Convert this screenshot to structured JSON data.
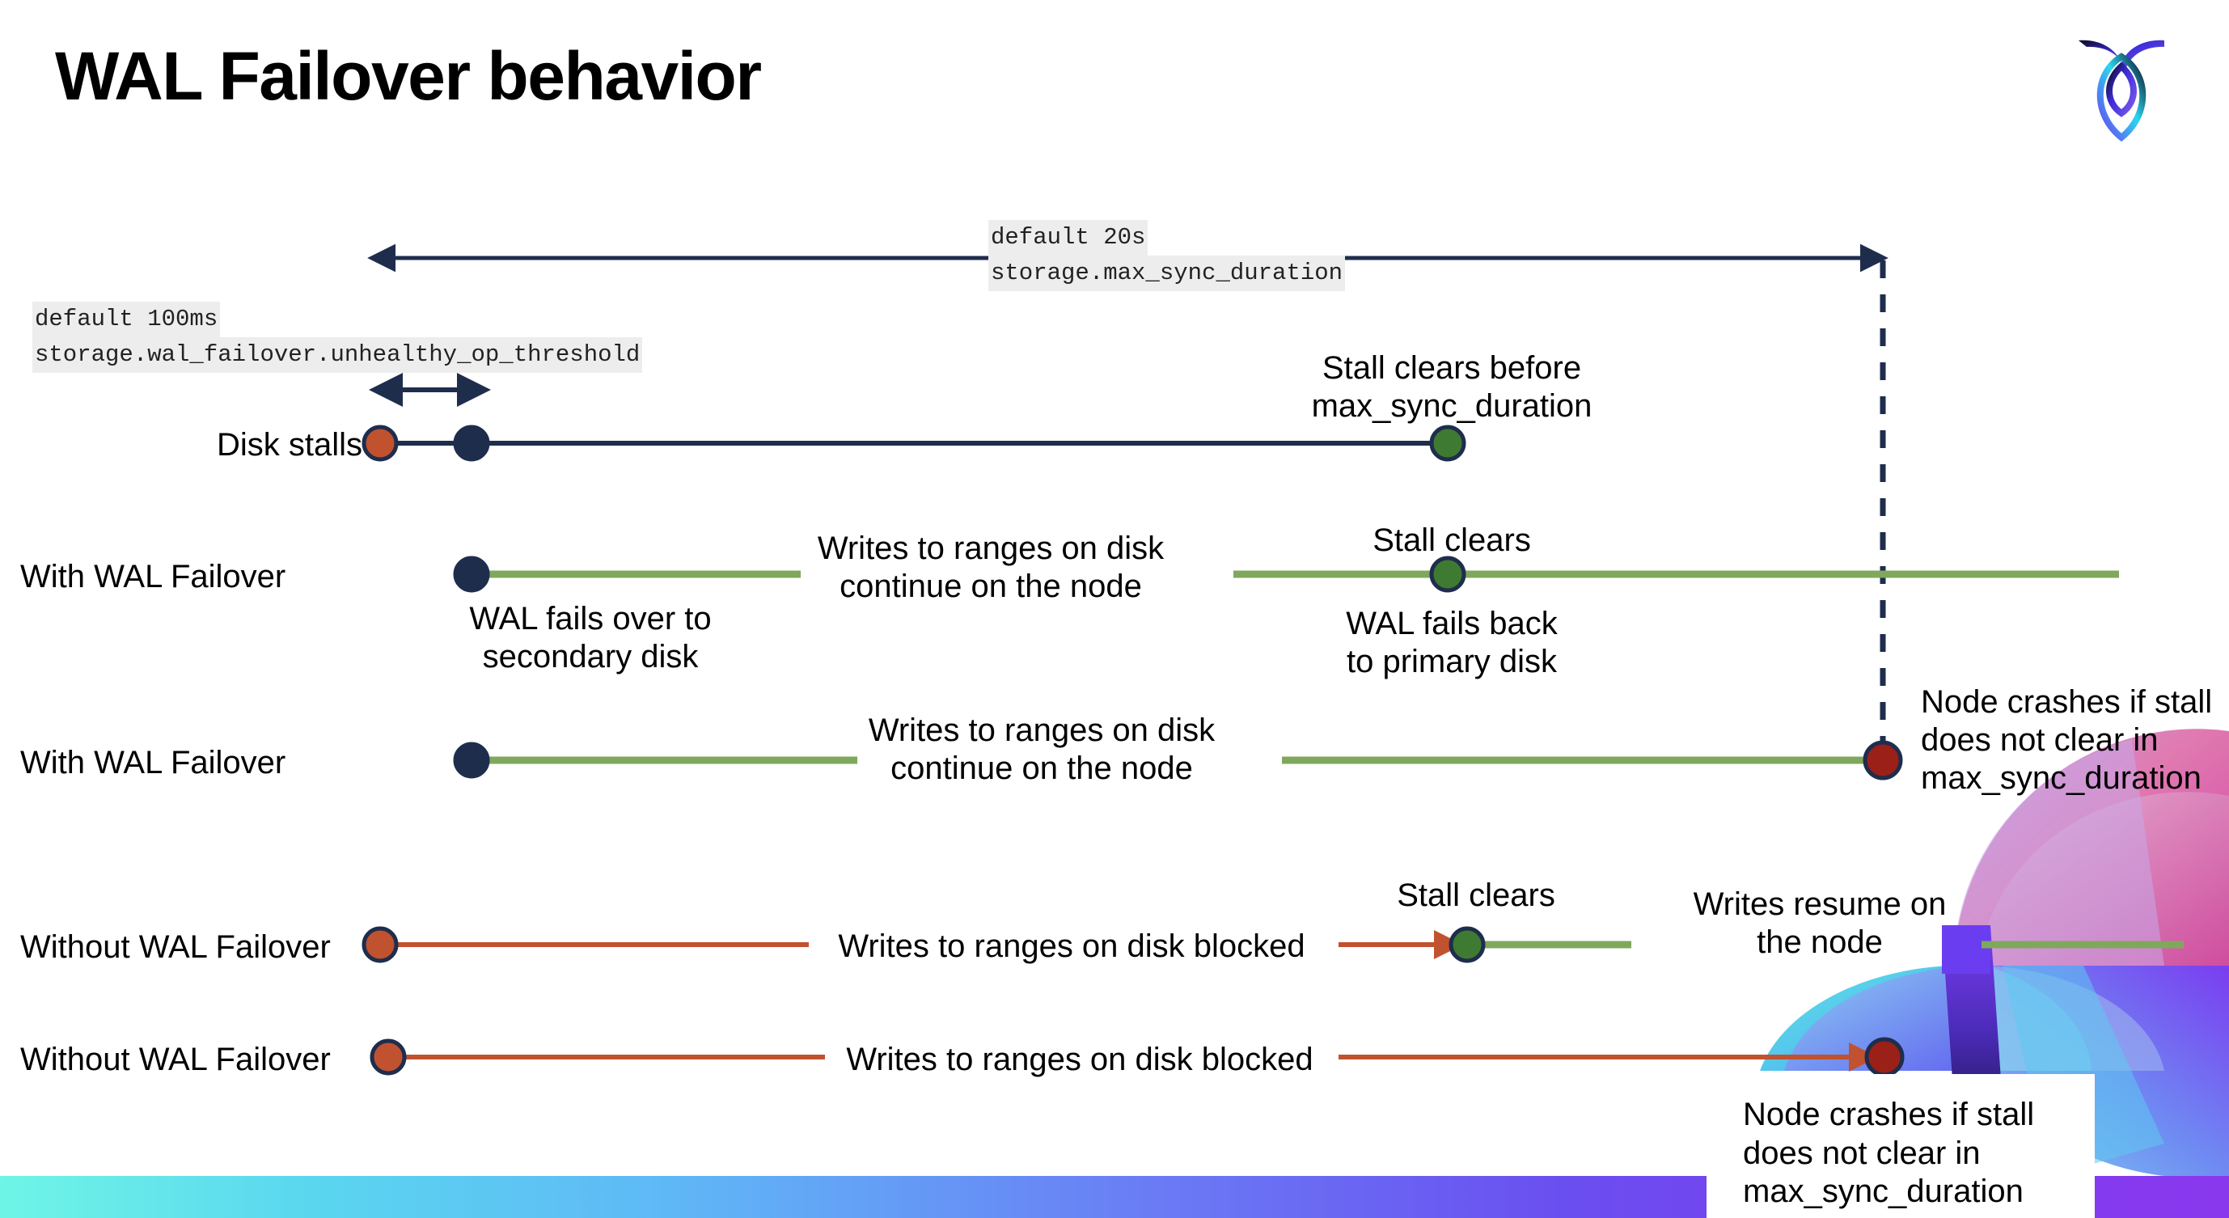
{
  "slide": {
    "title": "WAL Failover behavior",
    "logo_name": "cockroachdb-logo"
  },
  "colors": {
    "navy": "#1F2D4D",
    "red": "#C0522F",
    "green_marker": "#3F7A32",
    "green_line": "#7FA85C",
    "crash_red": "#9B2018",
    "code_bg": "#EDEDED"
  },
  "settings_notes": [
    {
      "id": "max-sync-duration-note",
      "default_line": "default 20s",
      "setting_line": "storage.max_sync_duration"
    },
    {
      "id": "unhealthy-op-threshold-note",
      "default_line": "default 100ms",
      "setting_line": "storage.wal_failover.unhealthy_op_threshold"
    }
  ],
  "rows": [
    {
      "id": "disk-stalls",
      "label": "Disk stalls",
      "annotations": [
        "Stall clears before\nmax_sync_duration"
      ]
    },
    {
      "id": "with-wal-failover-recovers",
      "label": "With WAL Failover",
      "annotations": [
        "Writes to ranges on disk\ncontinue on the node",
        "Stall clears",
        "WAL fails over to\nsecondary disk",
        "WAL fails  back\nto primary disk"
      ]
    },
    {
      "id": "with-wal-failover-crashes",
      "label": "With WAL Failover",
      "annotations": [
        "Writes to ranges on disk\ncontinue on the node",
        "Node crashes if stall\ndoes not clear in\nmax_sync_duration"
      ]
    },
    {
      "id": "without-wal-failover-recovers",
      "label": "Without WAL Failover",
      "annotations": [
        "Writes to ranges on disk  blocked",
        "Stall clears",
        "Writes resume on\nthe node"
      ]
    },
    {
      "id": "without-wal-failover-crashes",
      "label": "Without WAL Failover",
      "annotations": [
        "Writes to ranges on disk  blocked",
        "Node crashes if stall\ndoes not clear in\nmax_sync_duration"
      ]
    }
  ],
  "annotations": {
    "stall_clears_before": "Stall clears before\nmax_sync_duration",
    "writes_continue": "Writes to ranges on disk\ncontinue on the node",
    "stall_clears": "Stall clears",
    "wal_fails_over": "WAL fails over to\nsecondary disk",
    "wal_fails_back": "WAL fails  back\nto primary disk",
    "node_crashes": "Node crashes if stall\ndoes not clear in\nmax_sync_duration",
    "writes_blocked": "Writes to ranges on disk  blocked",
    "writes_resume": "Writes resume on\nthe node"
  }
}
